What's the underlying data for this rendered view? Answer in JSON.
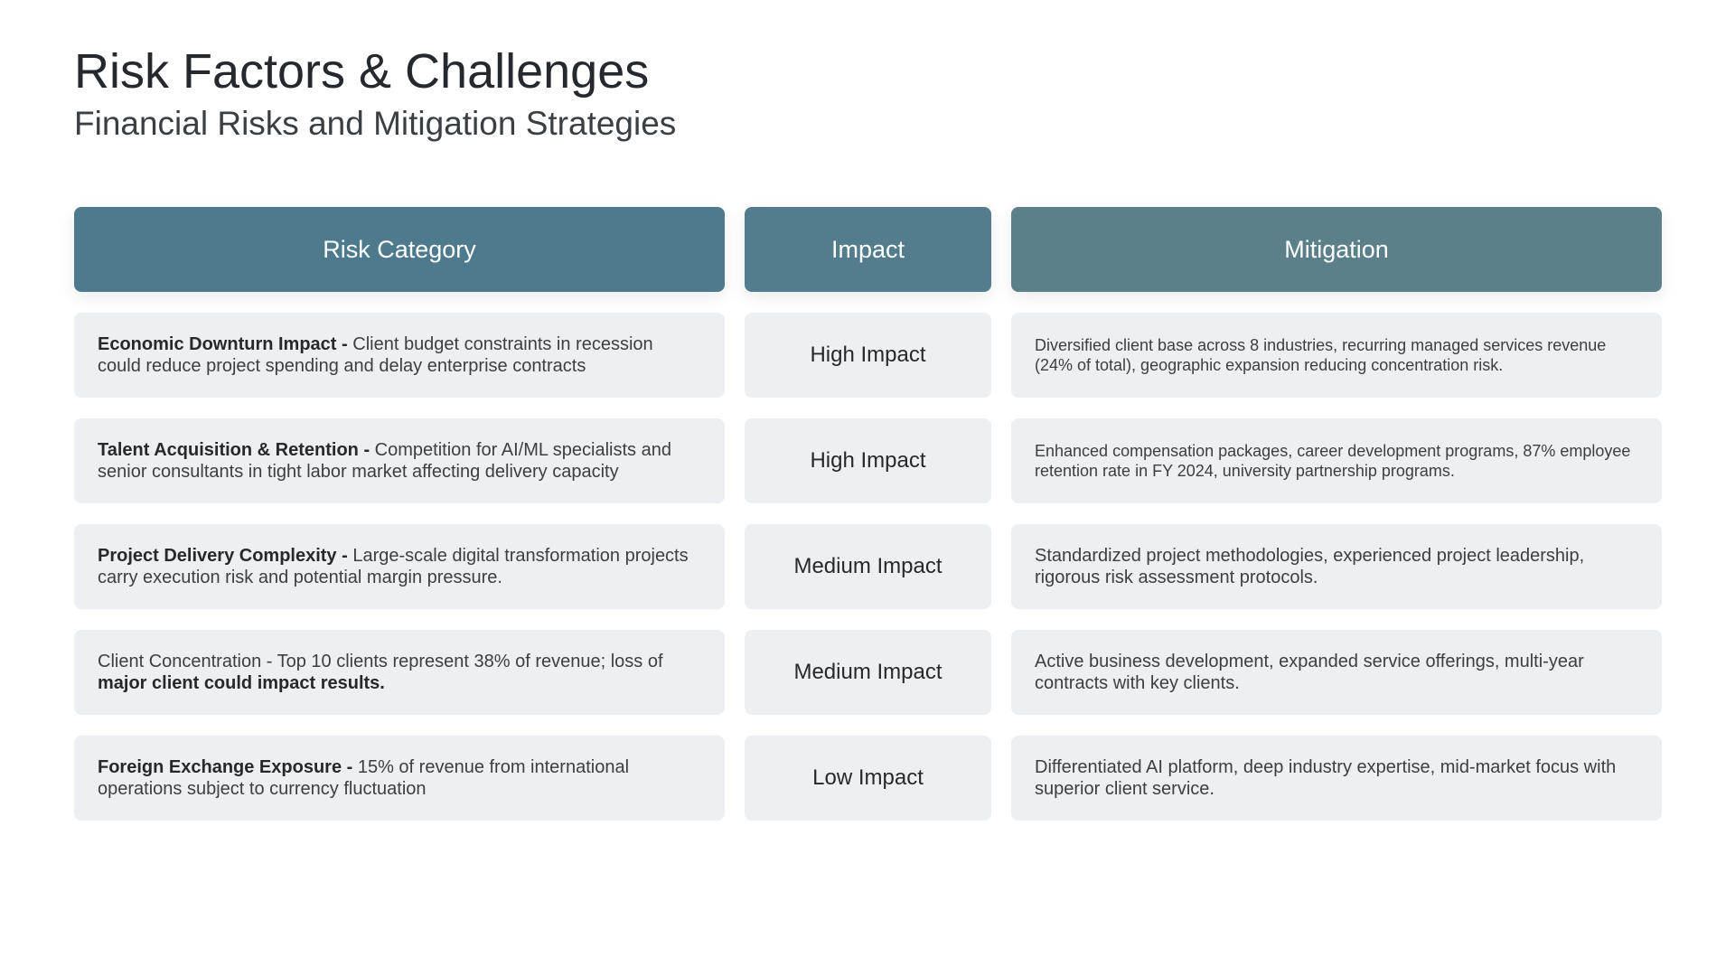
{
  "title": "Risk Factors & Challenges",
  "subtitle": "Financial Risks and Mitigation Strategies",
  "headers": {
    "risk": "Risk Category",
    "impact": "Impact",
    "mitigation": "Mitigation"
  },
  "colors": {
    "header_risk": "#4e7a8e",
    "header_impact": "#537d8c",
    "header_mitigation": "#5c8089",
    "row_bg": "#edf0f2"
  },
  "rows": [
    {
      "risk": [
        {
          "text": "Economic Downturn Impact - ",
          "bold": true
        },
        {
          "text": "Client budget constraints in recession could reduce project spending and delay enterprise contracts",
          "bold": false
        }
      ],
      "impact": "High Impact",
      "mitigation": "Diversified client base across 8 industries, recurring managed services revenue (24% of total), geographic expansion reducing concentration risk."
    },
    {
      "risk": [
        {
          "text": "Talent Acquisition & Retention - ",
          "bold": true
        },
        {
          "text": "Competition for AI/ML specialists and senior consultants in tight labor market affecting delivery capacity",
          "bold": false
        }
      ],
      "impact": "High Impact",
      "mitigation": "Enhanced compensation packages, career development programs, 87% employee retention rate in FY 2024, university partnership programs."
    },
    {
      "risk": [
        {
          "text": "Project Delivery Complexity - ",
          "bold": true
        },
        {
          "text": "Large-scale digital transformation projects carry execution risk and potential margin pressure.",
          "bold": false
        }
      ],
      "impact": "Medium Impact",
      "mitigation": "Standardized project methodologies, experienced project leadership, rigorous risk assessment protocols."
    },
    {
      "risk": [
        {
          "text": "Client Concentration - Top 10 clients represent 38% of revenue; loss of ",
          "bold": false
        },
        {
          "text": "major client could impact results.",
          "bold": true
        }
      ],
      "impact": "Medium Impact",
      "mitigation": "Active business development, expanded service offerings, multi-year contracts with key clients."
    },
    {
      "risk": [
        {
          "text": "Foreign Exchange Exposure - ",
          "bold": true
        },
        {
          "text": "15% of revenue from international operations subject to currency fluctuation",
          "bold": false
        }
      ],
      "impact": "Low Impact",
      "mitigation": "Differentiated AI platform, deep industry expertise, mid-market focus with superior client service."
    }
  ]
}
